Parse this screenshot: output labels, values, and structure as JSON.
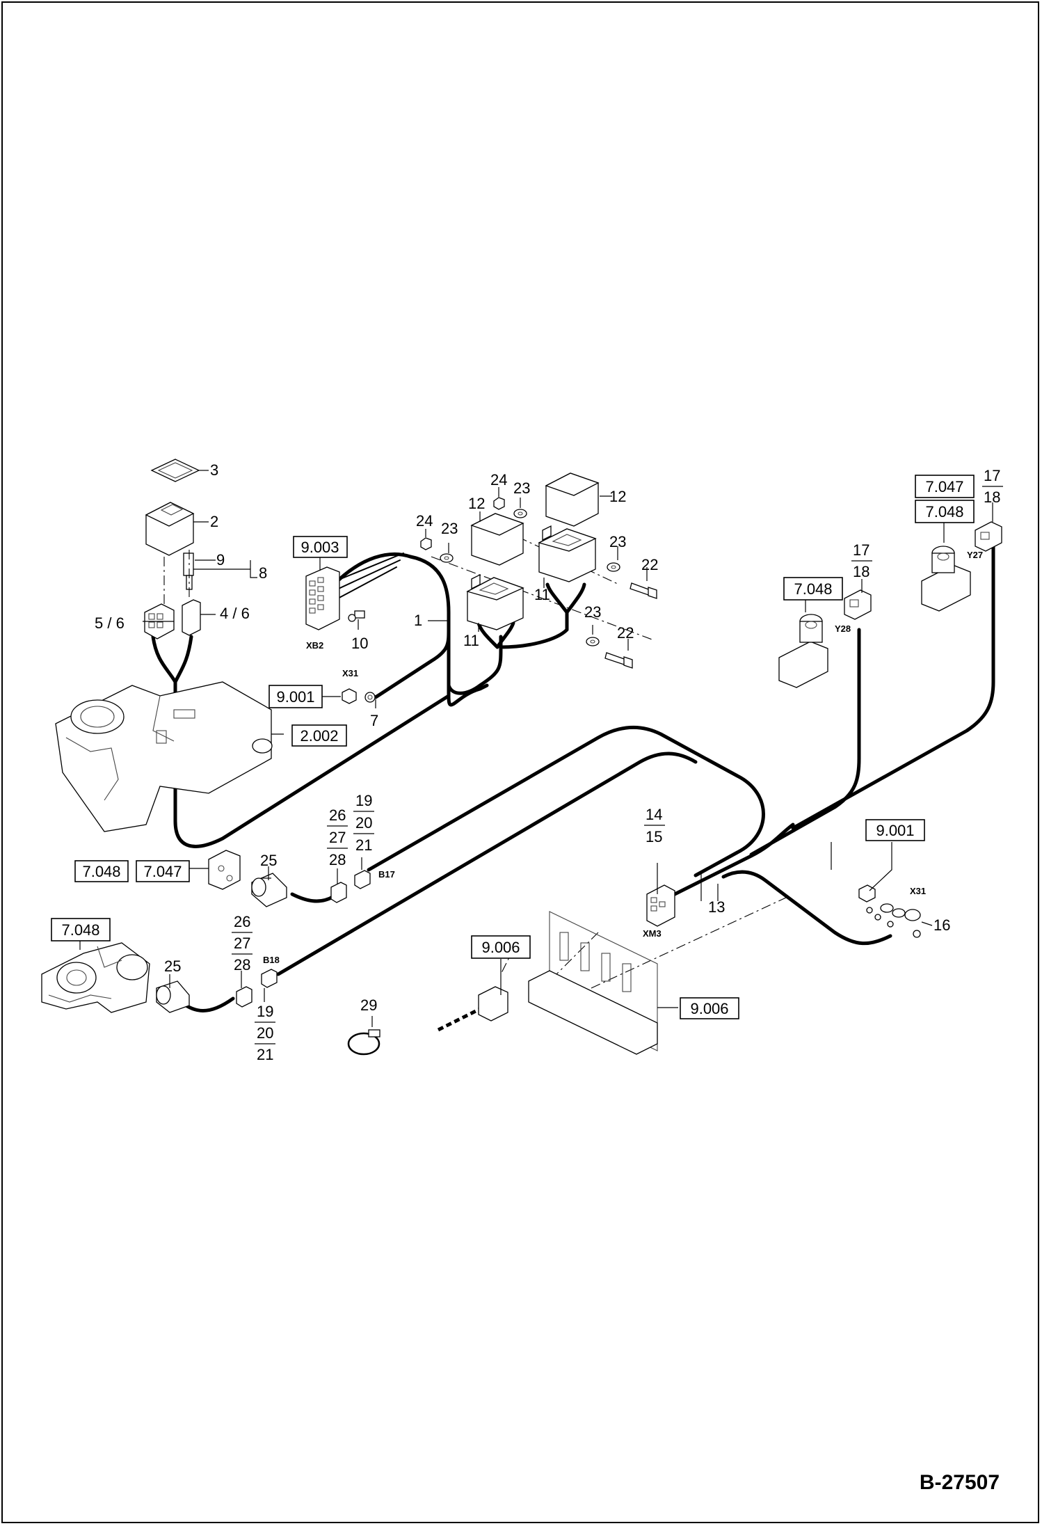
{
  "document_id": "B-27507",
  "item_numbers": {
    "n1": "1",
    "n2": "2",
    "n3": "3",
    "n4_6": "4 / 6",
    "n5_6": "5 / 6",
    "n7": "7",
    "n8": "8",
    "n9": "9",
    "n10": "10",
    "n11": "11",
    "n12": "12",
    "n13": "13",
    "n14": "14",
    "n15": "15",
    "n16": "16",
    "n17": "17",
    "n18": "18",
    "n19": "19",
    "n20": "20",
    "n21": "21",
    "n22": "22",
    "n23": "23",
    "n24": "24",
    "n25": "25",
    "n26": "26",
    "n27": "27",
    "n28": "28",
    "n29": "29"
  },
  "reference_boxes": {
    "r9003": "9.003",
    "r9001": "9.001",
    "r2002": "2.002",
    "r7047": "7.047",
    "r7048": "7.048",
    "r9006": "9.006"
  },
  "connector_tags": {
    "xb2": "XB2",
    "x31": "X31",
    "b17": "B17",
    "b18": "B18",
    "xm3": "XM3",
    "y27": "Y27",
    "y28": "Y28"
  },
  "icons": {
    "harness": "wiring-harness",
    "relay": "relay-icon",
    "switch": "rocker-switch-icon",
    "sensor": "proximity-sensor-icon",
    "valve": "solenoid-valve-icon",
    "cable_tie": "cable-tie-icon",
    "bracket": "mounting-bracket-icon"
  }
}
